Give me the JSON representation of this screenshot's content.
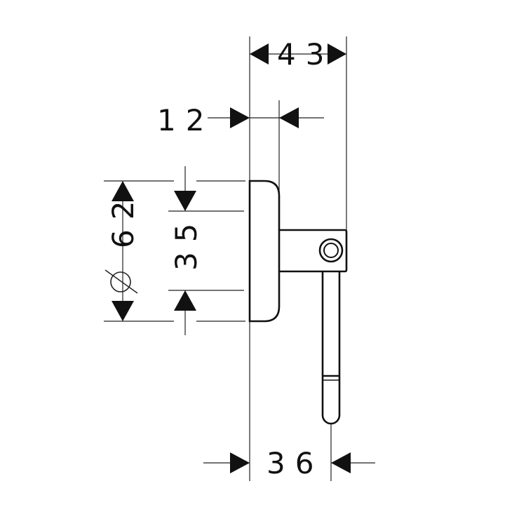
{
  "drawing": {
    "colors": {
      "line": "#111111",
      "background": "#ffffff"
    },
    "dimensions": {
      "overall_depth": "43",
      "rosette_thickness": "12",
      "rosette_diameter": "62",
      "diameter_symbol": "⌀",
      "mounting_height": "35",
      "hook_projection": "36"
    }
  }
}
